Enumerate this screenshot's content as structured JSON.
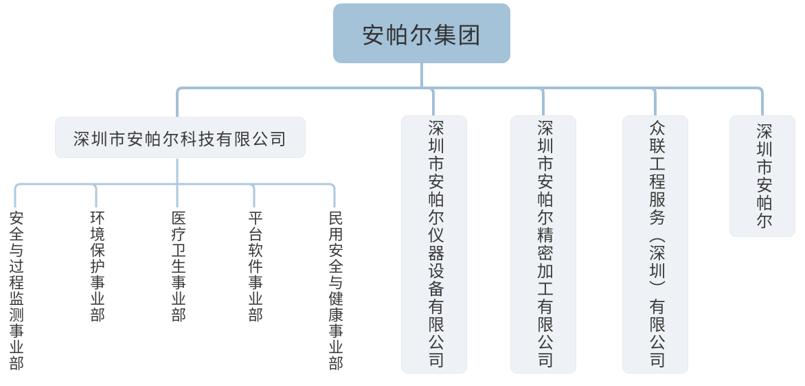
{
  "org": {
    "root": {
      "label": "安帕尔集团"
    },
    "subsidiaries": [
      {
        "label": "深圳市安帕尔科技有限公司",
        "departments": [
          "安全与过程监测事业部",
          "环境保护事业部",
          "医疗卫生事业部",
          "平台软件事业部",
          "民用安全与健康事业部"
        ]
      },
      {
        "label": "深圳市安帕尔仪器设备有限公司",
        "departments": []
      },
      {
        "label": "深圳市安帕尔精密加工有限公司",
        "departments": []
      },
      {
        "label": "众联工程服务（深圳）有限公司",
        "departments": []
      },
      {
        "label": "深圳市安帕尔",
        "departments": []
      }
    ],
    "colors": {
      "root_fill": "#a4c2d8",
      "node_fill": "#eef2f6",
      "line_main": "#a3c0d8",
      "line_sub": "#adc9de",
      "text": "#3a3a3a"
    }
  }
}
